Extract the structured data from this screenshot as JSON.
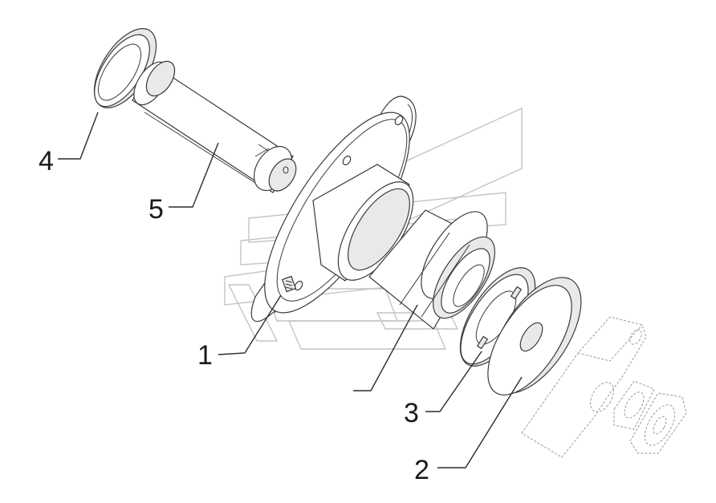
{
  "callouts": [
    {
      "id": "1",
      "label": "1"
    },
    {
      "id": "2",
      "label": "2"
    },
    {
      "id": "3",
      "label": "3"
    },
    {
      "id": "4",
      "label": "4"
    },
    {
      "id": "5",
      "label": "5"
    }
  ],
  "colors": {
    "line": "#3a3a3a",
    "shade": "#e9e9e9",
    "watermark": "#c4c4c4",
    "ghost": "#9a9a9a",
    "background": "#ffffff"
  }
}
